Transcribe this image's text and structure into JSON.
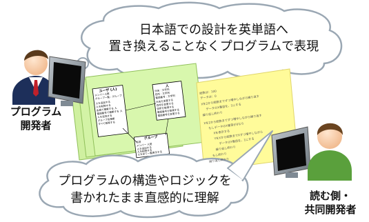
{
  "top_bubble": {
    "line1": "日本語での設計を英単語へ",
    "line2": "置き換えることなくプログラムで表現"
  },
  "bottom_bubble": {
    "line1": "プログラムの構造やロジックを",
    "line2": "書かれたまま直感的に理解"
  },
  "left_person": {
    "line1": "プログラム",
    "line2": "開発者"
  },
  "right_person": {
    "line1": "読む側・",
    "line2": "共同開発者"
  },
  "class_boxes": [
    {
      "title": "ユーザ (人)",
      "rows": [
        "メンバー人数",
        "グループ一覧 : グループ",
        "人を追加する",
        "人を削除する",
        "会員で検索する 人",
        "電話番号で検索する 人",
        "人を追加する",
        "グループ名検索",
        "すべて削除する"
      ]
    },
    {
      "title": "人",
      "rows": [
        "氏名 : 文字列",
        "住所 : 文字列",
        "電話番号 : 文字列",
        "氏名を変更する",
        "住所を変更する",
        "住所を取得する",
        "電話番号を取得する",
        "電話番号を変更する"
      ]
    },
    {
      "title": "グループ",
      "rows": [
        "名前",
        "メンバー 人型",
        "人を追加する",
        "人を削除する",
        "人を全て一覧表示する"
      ]
    }
  ],
  "pseudo_code": [
    "総数は：100",
    "データは：0",
    "Xを2から総数までずつ増やしながら繰り返す",
    "  データのX番目を、1にする",
    "繰り返し終わり",
    "Xを2から総数までずつ増やしながら繰り返す",
    "  もしデータのX番目が0なら",
    "    Xを表示する",
    "    YをXから総数までXずつ増やしながら",
    "      データのY番目を、1にする",
    "    繰り返し終わり",
    "  もし終わり",
    "繰り返し終わり"
  ],
  "colors": {
    "bubble_fill": "#ffffff",
    "bubble_stroke": "#9aa7b3",
    "paper_fill": "#d6f5a3",
    "note_fill": "#fffb9a",
    "screen": "#0a0a0a",
    "monitor": "#7f8a94"
  }
}
